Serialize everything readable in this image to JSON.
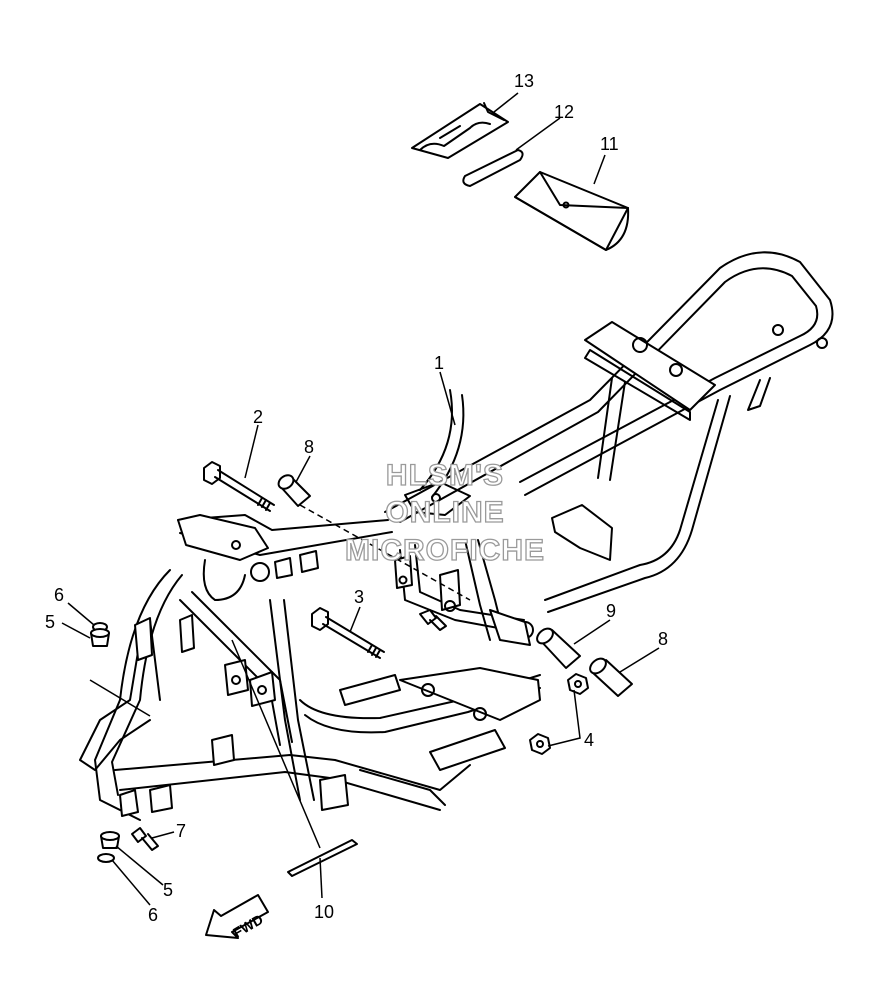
{
  "watermark": {
    "line1": "HLSM'S",
    "line2": "ONLINE",
    "line3": "MICROFICHE"
  },
  "direction_badge": {
    "label": "FWD"
  },
  "callouts": [
    {
      "id": "c1",
      "text": "1"
    },
    {
      "id": "c2",
      "text": "2"
    },
    {
      "id": "c3",
      "text": "3"
    },
    {
      "id": "c4",
      "text": "4"
    },
    {
      "id": "c5a",
      "text": "5"
    },
    {
      "id": "c5b",
      "text": "5"
    },
    {
      "id": "c6a",
      "text": "6"
    },
    {
      "id": "c6b",
      "text": "6"
    },
    {
      "id": "c7",
      "text": "7"
    },
    {
      "id": "c8a",
      "text": "8"
    },
    {
      "id": "c8b",
      "text": "8"
    },
    {
      "id": "c9",
      "text": "9"
    },
    {
      "id": "c10",
      "text": "10"
    },
    {
      "id": "c11",
      "text": "11"
    },
    {
      "id": "c12",
      "text": "12"
    },
    {
      "id": "c13",
      "text": "13"
    }
  ]
}
